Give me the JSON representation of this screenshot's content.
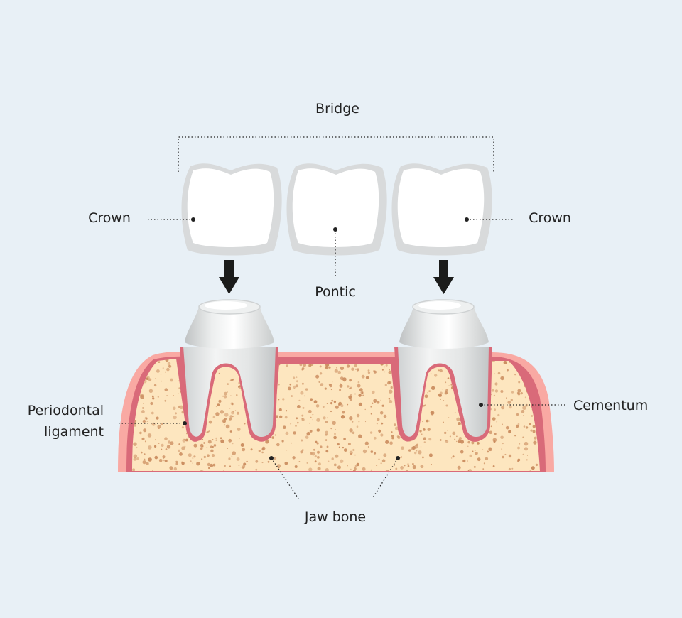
{
  "labels": {
    "bridge": "Bridge",
    "crown_left": "Crown",
    "crown_right": "Crown",
    "pontic": "Pontic",
    "periodontal_line1": "Periodontal",
    "periodontal_line2": "ligament",
    "cementum": "Cementum",
    "jaw_bone": "Jaw bone"
  },
  "colors": {
    "background": "#e8f0f6",
    "gum_outer": "#f9a9a3",
    "gum_inner": "#d96a79",
    "bone": "#fde6bf",
    "bone_speckle": "#c98a5c",
    "tooth_white": "#ffffff",
    "tooth_shade": "#d8dadb",
    "arrow": "#1b1c1b",
    "text": "#222222"
  }
}
